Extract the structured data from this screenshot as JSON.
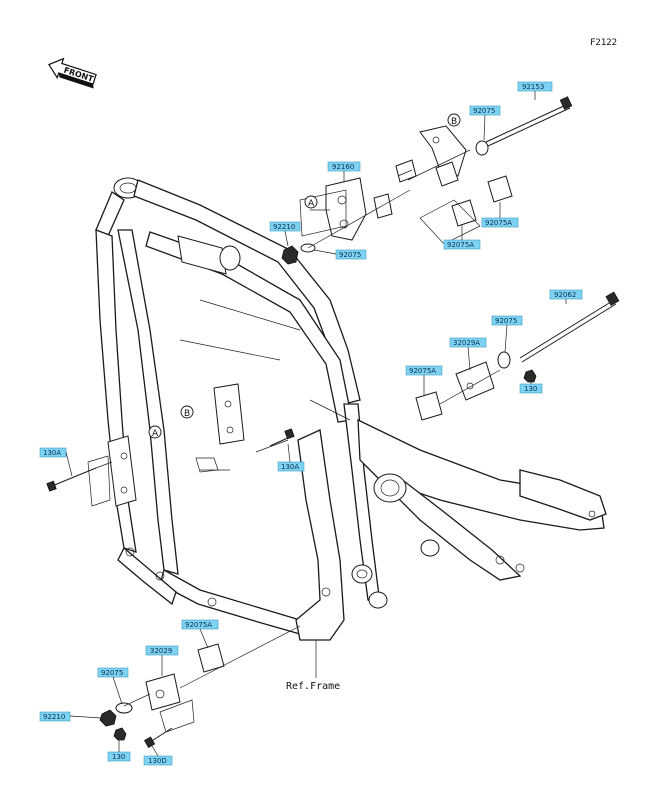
{
  "figure_id": "F2122",
  "front_label": "FRONT",
  "ref_frame_label": "Ref.Frame",
  "part_tags": [
    {
      "id": "t1",
      "text": "92153"
    },
    {
      "id": "t2",
      "text": "92075"
    },
    {
      "id": "t3",
      "text": "92160"
    },
    {
      "id": "t4",
      "text": "92210"
    },
    {
      "id": "t5",
      "text": "92075"
    },
    {
      "id": "t6",
      "text": "92075A"
    },
    {
      "id": "t7",
      "text": "92075A"
    },
    {
      "id": "t8",
      "text": "92062"
    },
    {
      "id": "t9",
      "text": "92075"
    },
    {
      "id": "t10",
      "text": "32029A"
    },
    {
      "id": "t11",
      "text": "92075A"
    },
    {
      "id": "t12",
      "text": "130"
    },
    {
      "id": "t13",
      "text": "130A"
    },
    {
      "id": "t14",
      "text": "130A"
    },
    {
      "id": "t15",
      "text": "92075A"
    },
    {
      "id": "t16",
      "text": "32029"
    },
    {
      "id": "t17",
      "text": "92075"
    },
    {
      "id": "t18",
      "text": "92210"
    },
    {
      "id": "t19",
      "text": "130"
    },
    {
      "id": "t20",
      "text": "130D"
    }
  ],
  "callouts": [
    "A",
    "B",
    "A",
    "B"
  ]
}
